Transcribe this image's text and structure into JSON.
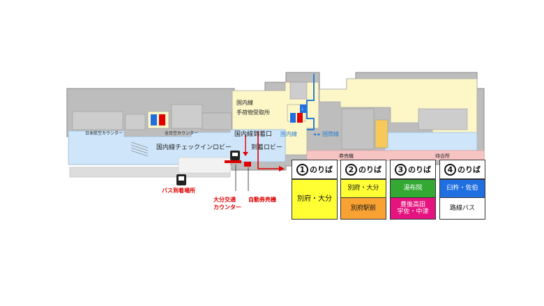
{
  "map": {
    "labels": {
      "domestic_baggage": "国内線\n手荷物受取所",
      "domestic_arrival_exit": "国内線到着口",
      "arrival_lobby": "到着ロビー",
      "domestic_checkin_lobby": "国内線チェックインロビー",
      "jal_counter": "日本航空カウンター",
      "ana_counter": "全日空カウンター",
      "domestic_line": "国内線",
      "international_line": "国際線",
      "ticket_booth": "券売機",
      "waiting_room": "待合所",
      "bus_arrival_area": "バス到着場所",
      "oita_kotsu_counter": "大分交通\nカウンター",
      "ticket_machine": "自動券売機"
    },
    "colors": {
      "domestic_area": "#cfe6fa",
      "baggage_area": "#fdf7c8",
      "grey_area": "#bdbdbd",
      "pink_band": "#f7c4c4",
      "route_red": "#e00000",
      "line_blue": "#2a7fcf"
    }
  },
  "bus_stops": [
    {
      "number": "1",
      "suffix": "のりば",
      "rows": [
        {
          "text": "別府・大分",
          "bg": "#ffff33",
          "fg": "#111111"
        }
      ]
    },
    {
      "number": "2",
      "suffix": "のりば",
      "rows": [
        {
          "text": "別府・大分",
          "bg": "#ffff33",
          "fg": "#111111"
        },
        {
          "text": "別府駅前",
          "bg": "#f7a233",
          "fg": "#111111"
        }
      ]
    },
    {
      "number": "3",
      "suffix": "のりば",
      "rows": [
        {
          "text": "湯布院",
          "bg": "#33a833",
          "fg": "#ffffff"
        },
        {
          "text": "豊後高田\n宇佐・中津",
          "bg": "#e5137f",
          "fg": "#ffffff"
        }
      ]
    },
    {
      "number": "4",
      "suffix": "のりば",
      "rows": [
        {
          "text": "臼杵・佐伯",
          "bg": "#1f6fe0",
          "fg": "#ffffff"
        },
        {
          "text": "路線バス",
          "bg": "#ffffff",
          "fg": "#111111"
        }
      ]
    }
  ]
}
